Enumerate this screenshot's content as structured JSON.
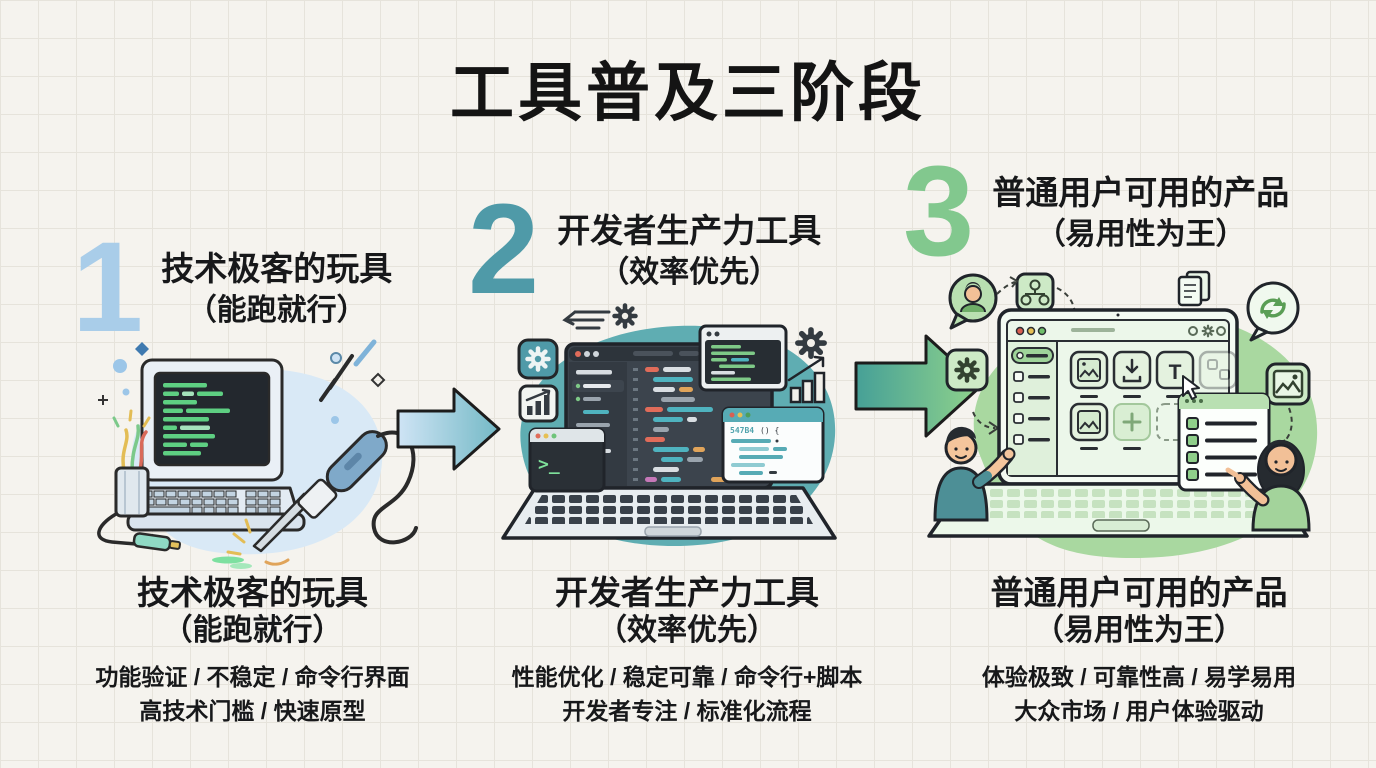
{
  "title": "工具普及三阶段",
  "stages": [
    {
      "number": "1",
      "heading": "技术极客的玩具",
      "subheading": "（能跑就行）",
      "summary": {
        "title": "技术极客的玩具",
        "subtitle": "（能跑就行）",
        "features_line1": "功能验证 / 不稳定 / 命令行界面",
        "features_line2": "高技术门槛 / 快速原型"
      }
    },
    {
      "number": "2",
      "heading": "开发者生产力工具",
      "subheading": "（效率优先）",
      "summary": {
        "title": "开发者生产力工具",
        "subtitle": "（效率优先）",
        "features_line1": "性能优化 / 稳定可靠 / 命令行+脚本",
        "features_line2": "开发者专注 / 标准化流程"
      }
    },
    {
      "number": "3",
      "heading": "普通用户可用的产品",
      "subheading": "（易用性为王）",
      "summary": {
        "title": "普通用户可用的产品",
        "subtitle": "（易用性为王）",
        "features_line1": "体验极致 / 可靠性高 / 易学易用",
        "features_line2": "大众市场 / 用户体验驱动"
      }
    }
  ],
  "stage2_screen": {
    "terminal_prompt": ">_",
    "snippet_label": "547B4",
    "snippet_suffix": "() {"
  },
  "stage3_screen": {
    "text_tool_label": "T"
  },
  "colors": {
    "background": "#f5f3ee",
    "grid_line": "#e6e3db",
    "text": "#17181a",
    "stage1_accent": "#a9cde9",
    "stage2_accent": "#4f9aa8",
    "stage3_accent": "#82c88e",
    "stage1_blob": "#d9e9f6",
    "stage2_blob": "#5fadb2",
    "stage3_blob": "#a9d8a0",
    "terminal_green": "#7ee09a",
    "screen_code_green": "#5ecf82"
  },
  "icons": {
    "gear-icon": "8-tooth gear",
    "bar-chart-icon": "rising bars with arrow",
    "speed-lines-icon": "motion dashes",
    "terminal-window-icon": "dark window with prompt",
    "code-window-icon": "window with code lines",
    "crt-computer-icon": "retro monitor with keyboard",
    "soldering-iron-icon": "iron with sparks and solder",
    "wire-cup-icon": "cup with jumper wires",
    "chat-avatar-icon": "speech bubble with person",
    "org-chart-icon": "three connected nodes",
    "documents-icon": "two stacked pages",
    "sync-bubble-icon": "speech bubble with cycle arrows",
    "image-icon": "photo with mountain and sun",
    "checklist-window-icon": "window with checkbox rows",
    "cursor-icon": "mouse pointer",
    "download-icon": "arrow into tray",
    "text-tool-icon": "letter T tile",
    "plus-icon": "plus sign tile",
    "arrow-right-icon": "block flow arrow"
  }
}
